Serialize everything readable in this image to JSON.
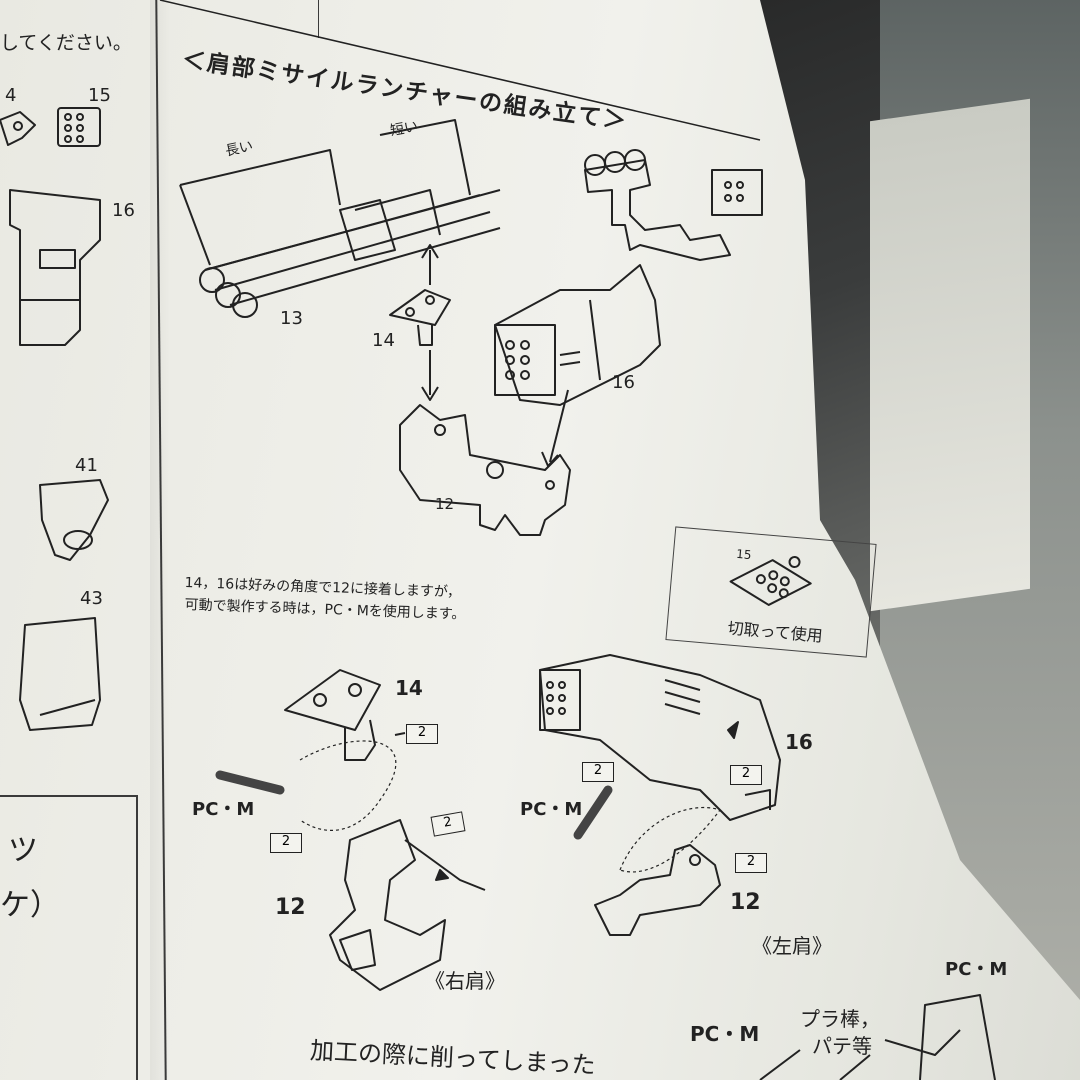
{
  "header": {
    "left_text": "してください。",
    "section_title": "＜肩部ミサイルランチャーの組み立て＞"
  },
  "labels": {
    "long": "長い",
    "short": "短い"
  },
  "left_column": {
    "numbers": [
      "4",
      "15",
      "16",
      "41",
      "43"
    ],
    "box_text_line1": "ツ",
    "box_text_line2": "ケ）"
  },
  "upper_diagram": {
    "part_labels": [
      "13",
      "14",
      "16",
      "12"
    ]
  },
  "instruction": {
    "line1": "14，16は好みの角度で12に接着しますが，",
    "line2": "可動で製作する時は，PC・Mを使用します。"
  },
  "cutout_box": {
    "number": "15",
    "caption": "切取って使用"
  },
  "lower_diagram": {
    "right_shoulder": {
      "part_14": "14",
      "part_12": "12",
      "pc_label": "PC・M",
      "pin_label": "2",
      "caption": "《右肩》"
    },
    "left_shoulder": {
      "part_16": "16",
      "part_12": "12",
      "pc_label": "PC・M",
      "pin_label": "2",
      "caption": "《左肩》"
    }
  },
  "bottom": {
    "pc_label_1": "PC・M",
    "pc_label_2": "PC・M",
    "materials": "プラ棒，",
    "materials2": "パテ等",
    "note": "加工の際に削ってしまった"
  }
}
